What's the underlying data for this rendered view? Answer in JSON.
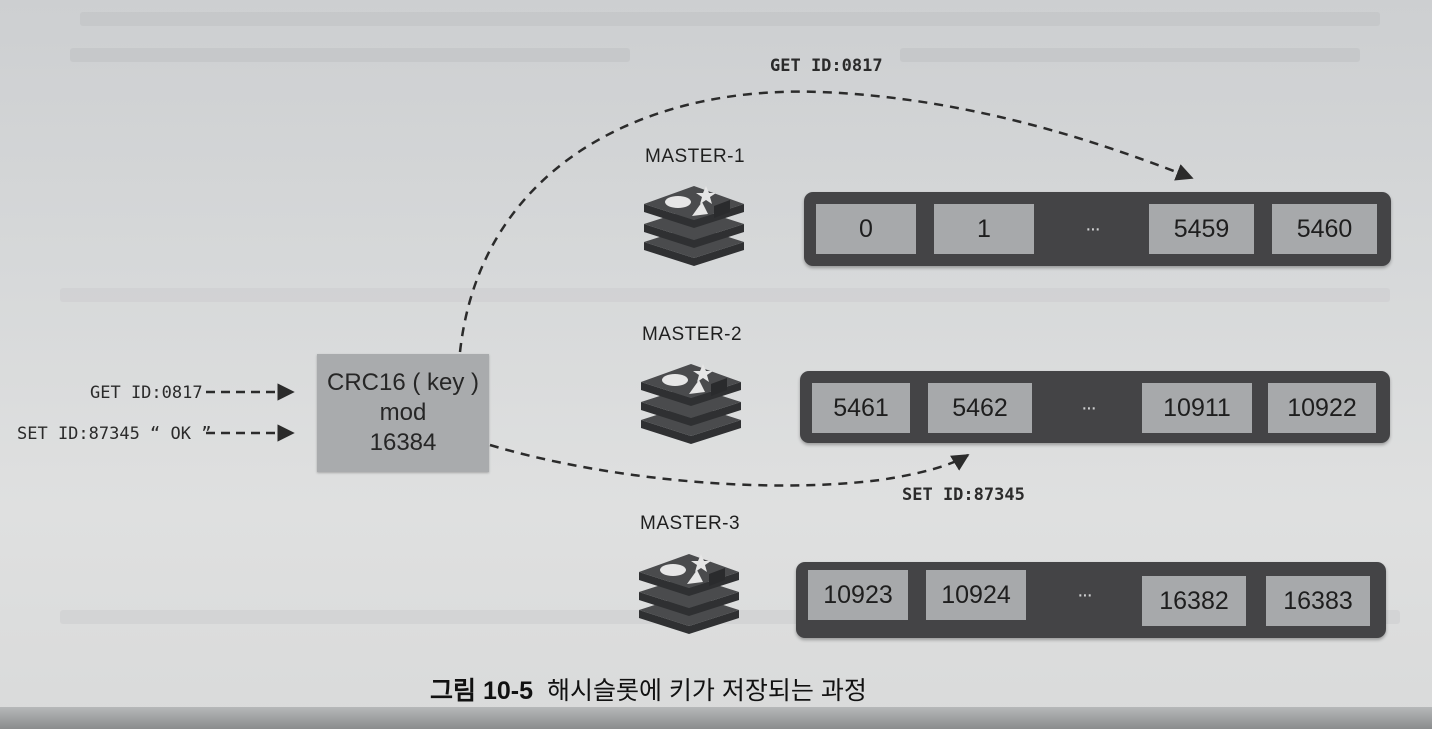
{
  "requests": {
    "get": "GET ID:0817",
    "set": "SET ID:87345 “ OK ”"
  },
  "hash_box": {
    "line1": "CRC16 ( key )",
    "line2": "mod",
    "line3": "16384"
  },
  "paths": {
    "get_label": "GET ID:0817",
    "set_label": "SET ID:87345"
  },
  "masters": [
    {
      "name": "MASTER-1",
      "slots": [
        "0",
        "1",
        "5459",
        "5460"
      ],
      "ellipsis": "···"
    },
    {
      "name": "MASTER-2",
      "slots": [
        "5461",
        "5462",
        "10911",
        "10922"
      ],
      "ellipsis": "···"
    },
    {
      "name": "MASTER-3",
      "slots": [
        "10923",
        "10924",
        "16382",
        "16383"
      ],
      "ellipsis": "···"
    }
  ],
  "logo_icon": "redis-logo-icon",
  "caption": {
    "number": "그림 10-5",
    "text": "해시슬롯에 키가 저장되는 과정"
  },
  "colors": {
    "slot_bar": "#444446",
    "slot_cell": "#a7a9ab",
    "hash_box": "#a9abad",
    "logo_dark": "#3b3c3e",
    "logo_light": "#e6e6e6"
  }
}
